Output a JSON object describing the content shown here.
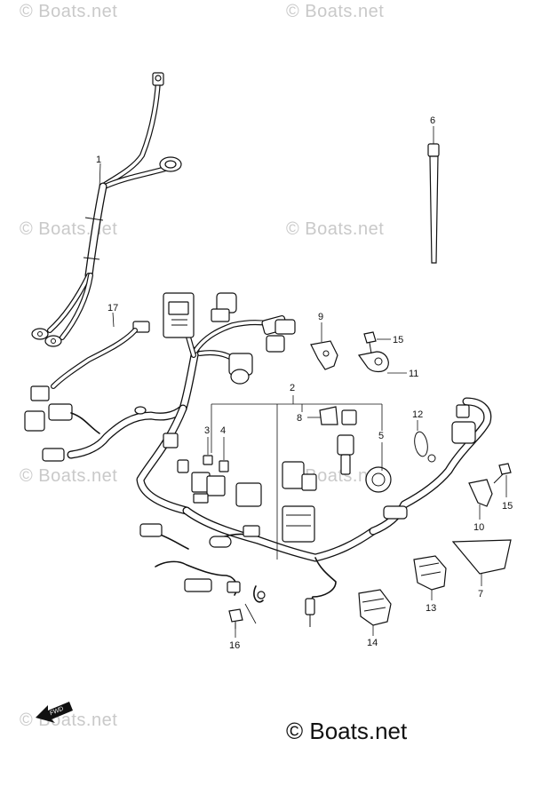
{
  "watermark_text": "© Boats.net",
  "footer_text": "© Boats.net",
  "fwd_label": "FWD",
  "callouts": {
    "c1": "1",
    "c2": "2",
    "c3": "3",
    "c4": "4",
    "c5": "5",
    "c6": "6",
    "c7": "7",
    "c8": "8",
    "c9": "9",
    "c10": "10",
    "c11": "11",
    "c12": "12",
    "c13": "13",
    "c14": "14",
    "c15a": "15",
    "c15b": "15",
    "c16": "16",
    "c17": "17"
  }
}
